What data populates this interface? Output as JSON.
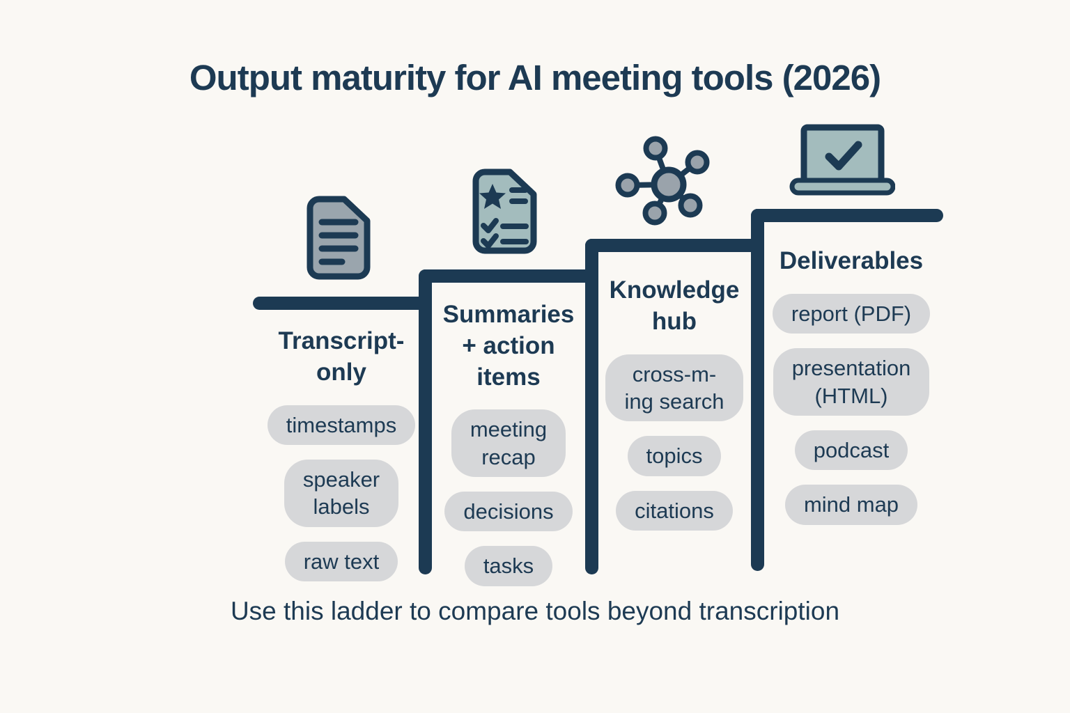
{
  "title": "Output maturity for AI meeting tools (2026)",
  "footer": "Use this ladder to compare tools beyond transcription",
  "colors": {
    "background": "#faf8f4",
    "navy": "#1c3a53",
    "pill_background": "#d6d7d9",
    "document_icon_fill": "#9aa5ad",
    "checklist_icon_fill": "#a3bcbd",
    "network_node_fill": "#9aa3ab",
    "laptop_icon_fill": "#a3bcbd"
  },
  "icons": [
    {
      "name": "document-icon",
      "meaning": "plain transcript document"
    },
    {
      "name": "checklist-document-icon",
      "meaning": "summary with star and checked items"
    },
    {
      "name": "network-hub-icon",
      "meaning": "knowledge hub node graph"
    },
    {
      "name": "laptop-check-icon",
      "meaning": "finished deliverable on laptop"
    }
  ],
  "columns": [
    {
      "header": "Transcript-\nonly",
      "pills": [
        "timestamps",
        "speaker\nlabels",
        "raw text"
      ]
    },
    {
      "header": "Summaries\n+ action\nitems",
      "pills": [
        "meeting\nrecap",
        "decisions",
        "tasks"
      ]
    },
    {
      "header": "Knowledge\nhub",
      "pills": [
        "cross-m-\ning search",
        "topics",
        "citations"
      ]
    },
    {
      "header": "Deliverables",
      "pills": [
        "report (PDF)",
        "presentation\n(HTML)",
        "podcast",
        "mind map"
      ]
    }
  ]
}
